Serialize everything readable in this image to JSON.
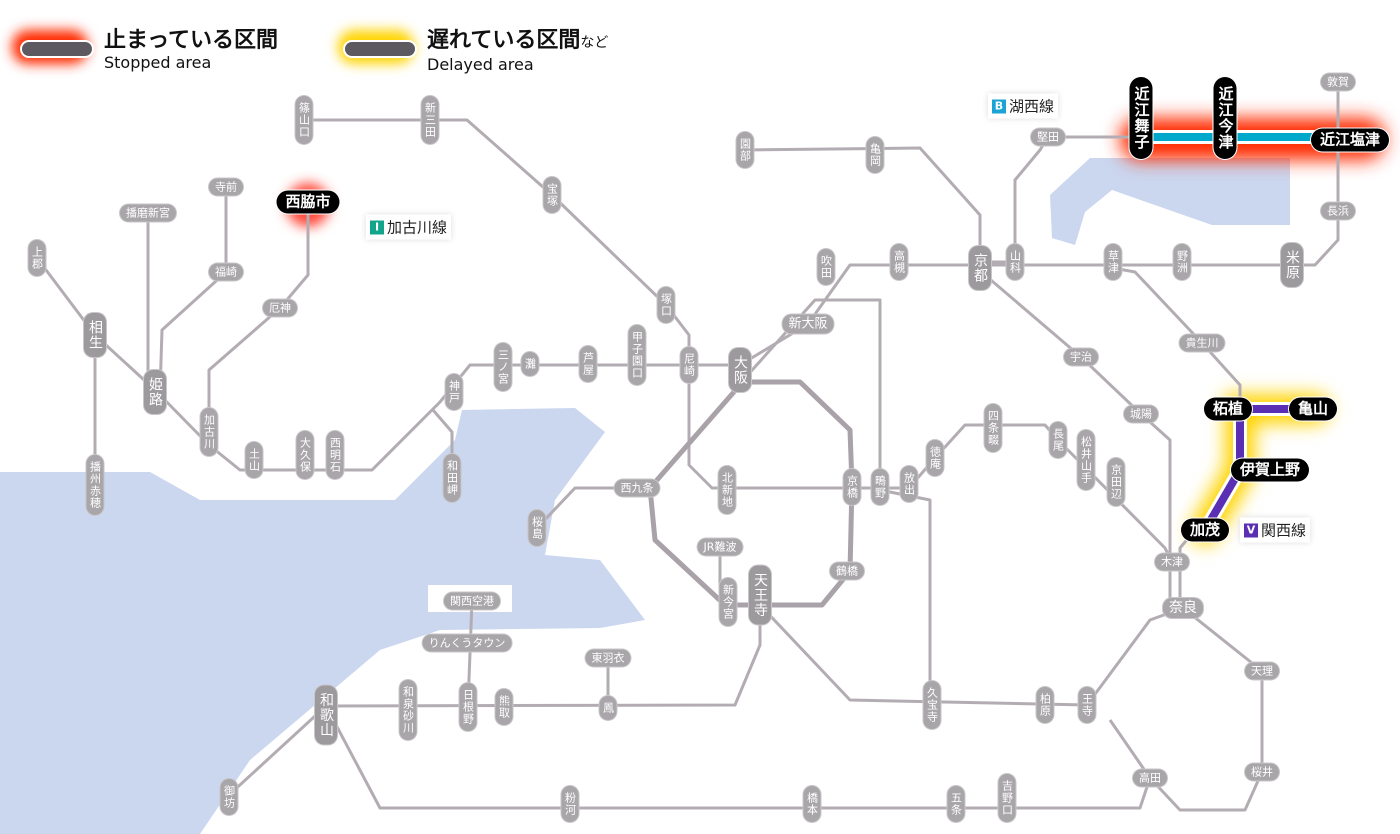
{
  "legend": {
    "stopped_jp": "止まっている区間",
    "stopped_en": "Stopped area",
    "delayed_jp": "遅れている区間",
    "delayed_suffix": "など",
    "delayed_en": "Delayed area"
  },
  "line_labels": {
    "kosei": {
      "code": "B",
      "name": "湖西線",
      "color": "#1aa3d4"
    },
    "kakogawa": {
      "code": "I",
      "name": "加古川線",
      "color": "#12a58c"
    },
    "kansai": {
      "code": "V",
      "name": "関西線",
      "color": "#5b2fb3"
    }
  },
  "colors": {
    "stopped": "#ff2a00",
    "delayed": "#ffd400",
    "line": "#b3adb3",
    "water": "#cad7ef"
  },
  "stations": {
    "sasayamaguchi": "篠山口",
    "shinsanda": "新三田",
    "takarazuka": "宝塚",
    "tsukaguchi": "塚口",
    "amagasaki": "尼崎",
    "osaka": "大阪",
    "shinosaka": "新大阪",
    "suita": "吹田",
    "takatsuki": "高槻",
    "kyoto": "京都",
    "yamashina": "山科",
    "kameoka": "亀岡",
    "sonobe": "園部",
    "katata": "堅田",
    "omimaiko": "近江舞子",
    "omiimazu": "近江今津",
    "omishiotsu": "近江塩津",
    "tsuruga": "敦賀",
    "nagahama": "長浜",
    "maibara": "米原",
    "yasu": "野洲",
    "kusatsu": "草津",
    "kibukawa": "貴生川",
    "uji": "宇治",
    "joyo": "城陽",
    "tsuge": "柘植",
    "kameyama": "亀山",
    "igaueno": "伊賀上野",
    "kamo": "加茂",
    "kizu": "木津",
    "nara": "奈良",
    "tenri": "天理",
    "sakurai": "桜井",
    "takada": "高田",
    "oji": "王寺",
    "kashiwara": "柏原",
    "kyuhoji": "久宝寺",
    "tennoji": "天王寺",
    "shinimamiya": "新今宮",
    "jrnamba": "JR難波",
    "tsuruhashi": "鶴橋",
    "kyobashi": "京橋",
    "shigino": "鴫野",
    "hanaten": "放出",
    "tokuan": "徳庵",
    "shijonawate": "四条畷",
    "nagao": "長尾",
    "matsuiyamate": "松井山手",
    "kyotanabe": "京田辺",
    "kitashinchi": "北新地",
    "nishikujo": "西九条",
    "sakurajima": "桜島",
    "koshienguchi": "甲子園口",
    "ashiya": "芦屋",
    "nada": "灘",
    "sannomiya": "三ノ宮",
    "kobe": "神戸",
    "wadamisaki": "和田岬",
    "nishiakashi": "西明石",
    "okubo": "大久保",
    "tsuchiyama": "土山",
    "kakogawa": "加古川",
    "himeji": "姫路",
    "aioi": "相生",
    "kamigori": "上郡",
    "banshuako": "播州赤穂",
    "harimashingu": "播磨新宮",
    "teramae": "寺前",
    "fukusaki": "福崎",
    "yakujin": "厄神",
    "nishiwakishi": "西脇市",
    "kansaiairport": "関西空港",
    "rinkutown": "りんくうタウン",
    "hineno": "日根野",
    "kumatori": "熊取",
    "izumisunagawa": "和泉砂川",
    "wakayama": "和歌山",
    "gobo": "御坊",
    "otori": "鳳",
    "higashihagoromo": "東羽衣",
    "kokawa": "粉河",
    "hashimoto": "橋本",
    "gojo": "五条",
    "yoshinoguchi": "吉野口"
  }
}
